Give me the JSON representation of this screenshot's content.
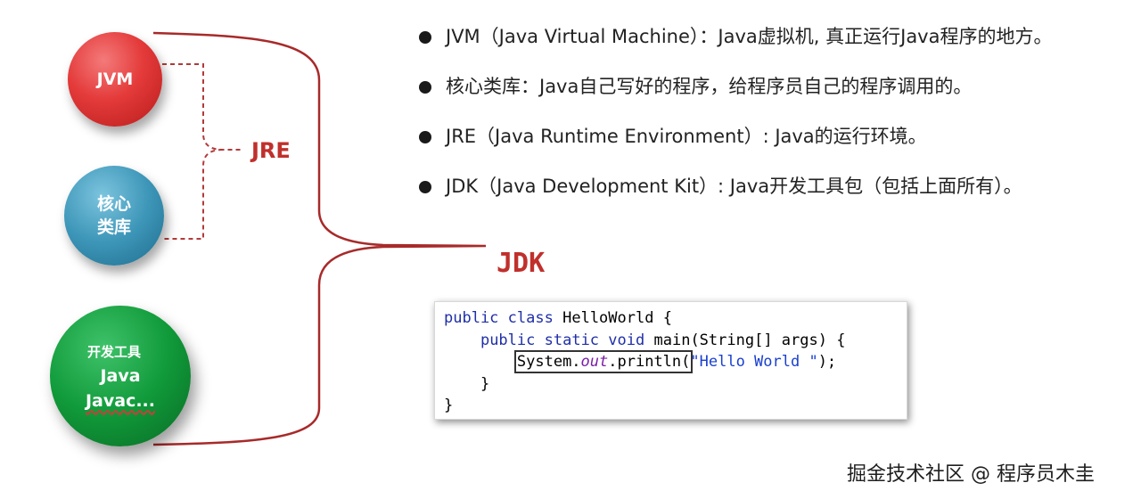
{
  "circles": {
    "jvm": "JVM",
    "core_lib_line1": "核心",
    "core_lib_line2": "类库",
    "dev_tools_line1": "开发工具",
    "dev_tools_line2": "Java",
    "dev_tools_line3": "Javac..."
  },
  "labels": {
    "jre": "JRE",
    "jdk": "JDK"
  },
  "bullets": [
    "JVM（Java Virtual Machine）：Java虚拟机, 真正运行Java程序的地方。",
    "核心类库：Java自己写好的程序，给程序员自己的程序调用的。",
    "JRE（Java Runtime Environment）: Java的运行环境。",
    "JDK（Java Development Kit）: Java开发工具包（包括上面所有）。"
  ],
  "code": {
    "l1_kw1": "public",
    "l1_kw2": "class",
    "l1_rest": "HelloWorld {",
    "l2_kw1": "public",
    "l2_kw2": "static",
    "l2_kw3": "void",
    "l2_rest": "main(String[] args) {",
    "l3_obj": "System.",
    "l3_field": "out",
    "l3_method": ".println(",
    "l3_str": "\"Hello World \"",
    "l3_end": ");",
    "l4": "}",
    "l5": "}"
  },
  "watermark": "掘金技术社区 @ 程序员木圭",
  "colors": {
    "accent_red": "#c0302c",
    "jvm_red": "#e43a3a",
    "lib_blue": "#3d96b8",
    "tools_green": "#109a3a",
    "code_keyword": "#1f2fa8"
  }
}
